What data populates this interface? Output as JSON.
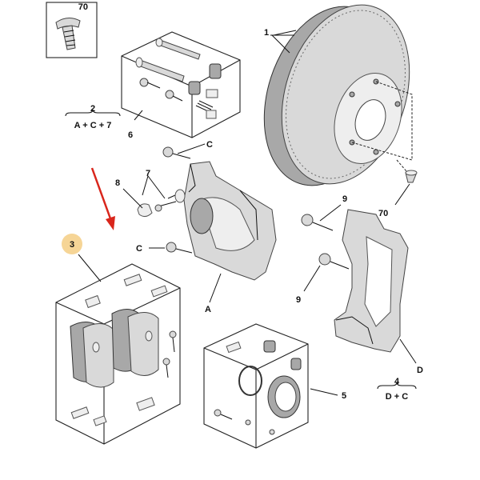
{
  "labels": {
    "screw_box": "70",
    "disc": "1",
    "group_2_num": "2",
    "group_2_formula": "A + C + 7",
    "kit_6": "6",
    "bolt_c_top": "C",
    "part_8": "8",
    "part_7": "7",
    "pad_kit": "3",
    "bolt_c_mid": "C",
    "caliper_a": "A",
    "bolt_9_top": "9",
    "screw_70_disc": "70",
    "bolt_9_bottom": "9",
    "carrier_d": "D",
    "group_4_num": "4",
    "group_4_formula": "D + C",
    "seal_kit_5": "5"
  },
  "colors": {
    "highlight_badge": "#f6d596",
    "arrow": "#d9261c"
  }
}
